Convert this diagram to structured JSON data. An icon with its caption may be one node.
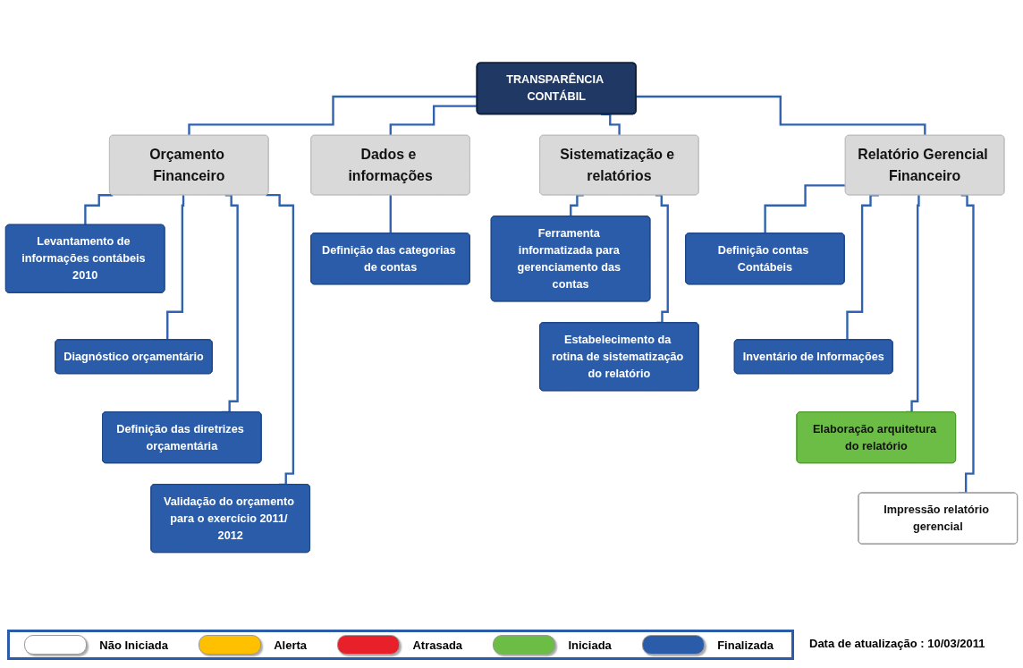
{
  "diagram": {
    "nodes": [
      {
        "text": [
          "TRANSPARÊNCIA CONTÁBIL"
        ]
      },
      {
        "text": [
          "Orçamento Financeiro"
        ]
      },
      {
        "text": [
          "Levantamento de informações contábeis 2010"
        ]
      },
      {
        "text": [
          "Diagnóstico orçamentário"
        ]
      },
      {
        "text": [
          "Definição das diretrizes orçamentária"
        ]
      },
      {
        "text": [
          "Validação do orçamento para o exercício 2011/ 2012"
        ]
      },
      {
        "text": [
          "Dados e informações"
        ]
      },
      {
        "text": [
          "Definição das categorias de contas"
        ]
      },
      {
        "text": [
          "Sistematização e relatórios"
        ]
      },
      {
        "text": [
          "Ferramenta informatizada para gerenciamento das contas"
        ]
      },
      {
        "text": [
          "Estabelecimento da rotina de sistematização do relatório"
        ]
      },
      {
        "text": [
          "Relatório Gerencial Financeiro"
        ]
      },
      {
        "text": [
          "Definição contas Contábeis"
        ]
      },
      {
        "text": [
          "Inventário de Informações"
        ]
      },
      {
        "text": [
          "Elaboração arquitetura do relatório"
        ]
      },
      {
        "text": [
          "Impressão relatório gerencial"
        ]
      }
    ],
    "edges": [
      {
        "from": 0,
        "to": 1,
        "arrow": "none"
      },
      {
        "from": 0,
        "to": 6,
        "arrow": "none"
      },
      {
        "from": 0,
        "to": 8,
        "arrow": "none"
      },
      {
        "from": 0,
        "to": 11,
        "arrow": "none"
      },
      {
        "from": 1,
        "to": 2,
        "arrow": "none"
      },
      {
        "from": 1,
        "to": 3,
        "arrow": "none"
      },
      {
        "from": 1,
        "to": 4,
        "arrow": "none"
      },
      {
        "from": 1,
        "to": 5,
        "arrow": "none"
      },
      {
        "from": 6,
        "to": 7,
        "arrow": "none"
      },
      {
        "from": 8,
        "to": 9,
        "arrow": "none"
      },
      {
        "from": 8,
        "to": 10,
        "arrow": "none"
      },
      {
        "from": 11,
        "to": 12,
        "arrow": "none"
      },
      {
        "from": 11,
        "to": 13,
        "arrow": "none"
      },
      {
        "from": 11,
        "to": 14,
        "arrow": "none"
      },
      {
        "from": 11,
        "to": 15,
        "arrow": "none"
      }
    ],
    "labels": [
      "Data de atualização : 10/03/2011"
    ],
    "legend": [
      {
        "text": "Não Iniciada",
        "color": "#ffffff"
      },
      {
        "text": "Alerta",
        "color": "#ffc000"
      },
      {
        "text": "Atrasada",
        "color": "#e8202a"
      },
      {
        "text": "Iniciada",
        "color": "#6cbd45"
      },
      {
        "text": "Finalizada",
        "color": "#2a5caa"
      }
    ]
  }
}
